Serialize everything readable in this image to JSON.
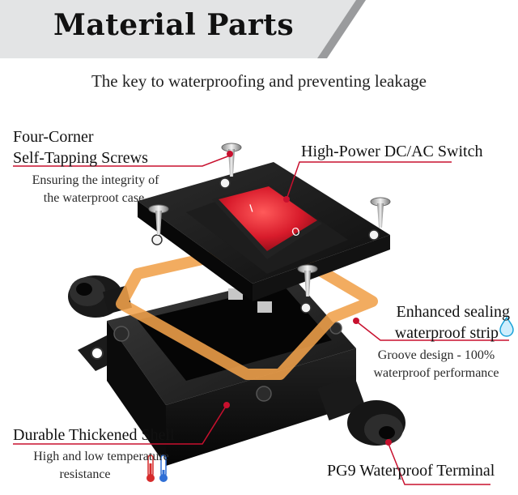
{
  "banner": {
    "title": "Material Parts"
  },
  "subtitle": "The key to waterproofing and preventing leakage",
  "callouts": {
    "screws": {
      "line1": "Four-Corner",
      "line2": "Self-Tapping Screws",
      "desc1": "Ensuring the integrity of",
      "desc2": "the waterproot case."
    },
    "switch": {
      "title": "High-Power DC/AC Switch"
    },
    "strip": {
      "line1": "Enhanced sealing",
      "line2": "waterproof strip",
      "desc1": "Groove design - 100%",
      "desc2": "waterproof performance"
    },
    "shell": {
      "title": "Durable Thickened Shell",
      "desc1": "High and low temperature",
      "desc2": "resistance"
    },
    "terminal": {
      "title": "PG9 Waterproof Terminal"
    }
  },
  "switch_markings": {
    "on": "I",
    "off": "O"
  },
  "colors": {
    "accent": "#c8102e",
    "banner": "#e3e4e5",
    "gasket": "#f0a04a",
    "switch": "#d81b2b",
    "body": "#121212"
  },
  "icons": [
    "water-drop-icon",
    "thermometer-icon"
  ]
}
